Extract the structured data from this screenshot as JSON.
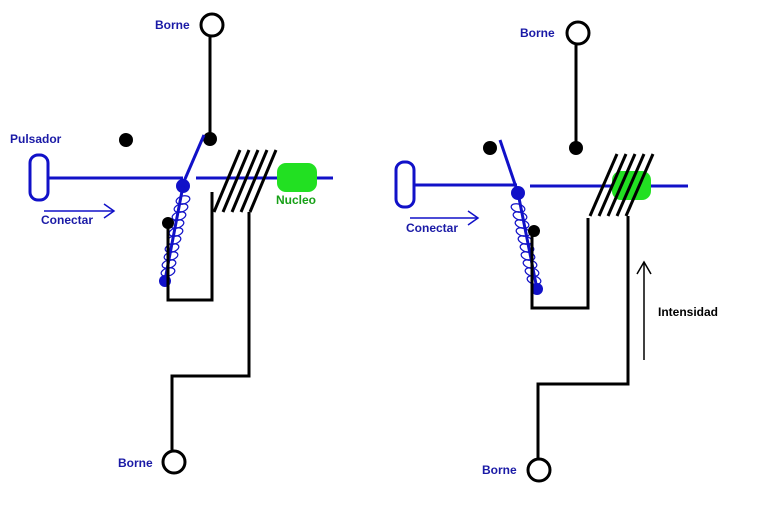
{
  "colors": {
    "blue": "#1111c8",
    "black": "#000000",
    "core_green": "#22e022",
    "label_blue": "#1a1aa6",
    "label_green": "#18a018"
  },
  "left": {
    "borne_top": "Borne",
    "pulsador": "Pulsador",
    "conectar": "Conectar",
    "nucleo": "Nucleo",
    "borne_bottom": "Borne"
  },
  "right": {
    "borne_top": "Borne",
    "conectar": "Conectar",
    "intensidad": "Intensidad",
    "borne_bottom": "Borne"
  }
}
